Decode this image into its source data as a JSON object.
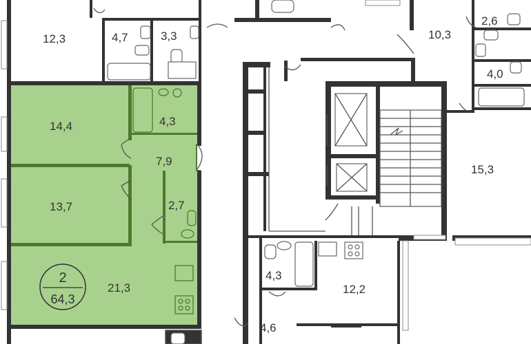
{
  "colors": {
    "apartment_fill": "#a9d18e",
    "apartment_stroke": "#4d7a2e",
    "wall": "#333333",
    "background": "#ffffff"
  },
  "highlighted_apartment": {
    "rooms_count": "2",
    "total_area": "64,3"
  },
  "room_labels": {
    "apt_top_left_room": "12,3",
    "apt_top_left_bath": "4,7",
    "apt_top_left_wc": "3,3",
    "apt_top_right_room": "10,3",
    "apt_top_right_wc": "2,6",
    "apt_top_right_bath": "4,0",
    "hl_bedroom_1": "14,4",
    "hl_bathroom": "4,3",
    "hl_hall": "7,9",
    "hl_bedroom_2": "13,7",
    "hl_wc": "2,7",
    "hl_living": "21,3",
    "apt_right_room": "15,3",
    "apt_bottom_bath": "4,3",
    "apt_bottom_room": "12,2",
    "apt_bottom_hall": "4,6"
  }
}
